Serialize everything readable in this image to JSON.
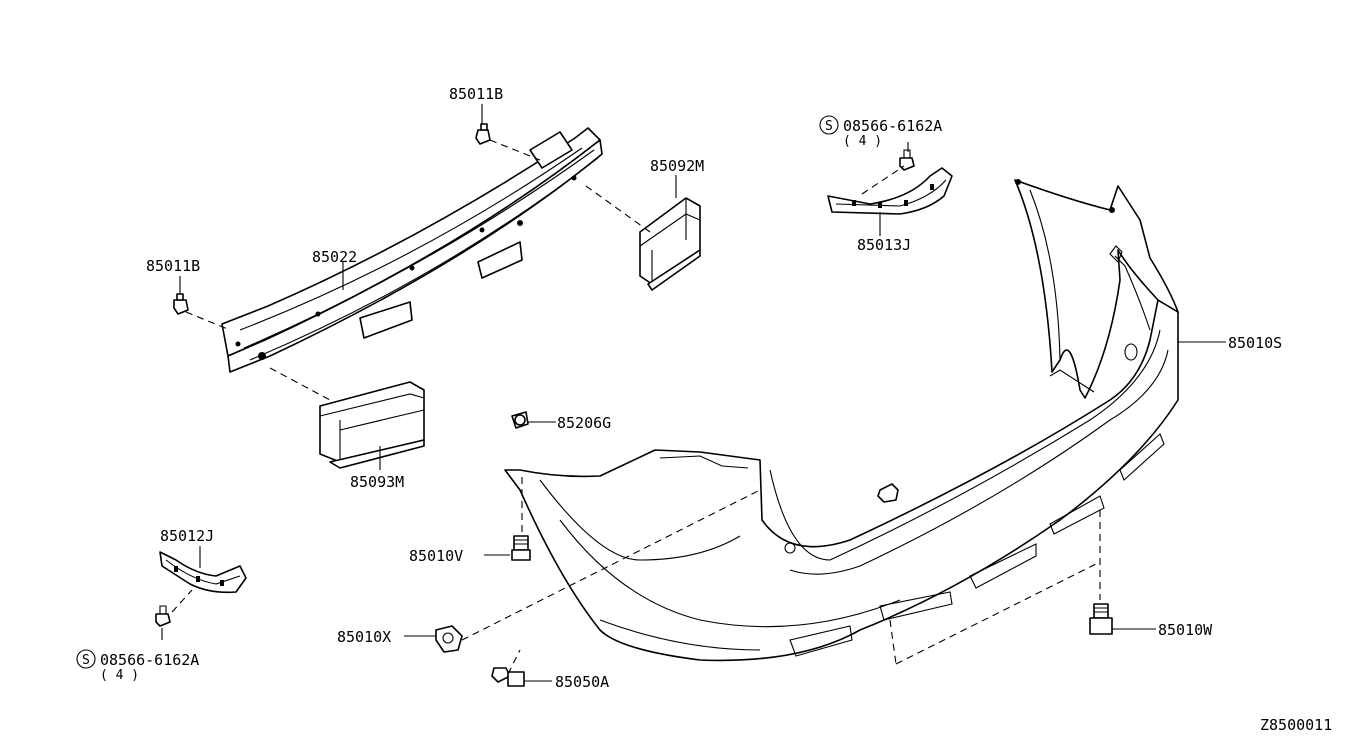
{
  "diagram_code": "Z8500011",
  "labels": {
    "retainer_top": "85011B",
    "retainer_left": "85011B",
    "reinforcement": "85022",
    "energy_absorber_right": "85092M",
    "energy_absorber_left": "85093M",
    "bracket_right": "85013J",
    "bracket_left": "85012J",
    "screw_right": "08566-6162A",
    "screw_right_qty": "( 4 )",
    "screw_left": "08566-6162A",
    "screw_left_qty": "( 4 )",
    "bumper_fascia": "85010S",
    "clip_g": "85206G",
    "screw_v": "85010V",
    "clip_x": "85010X",
    "screw_a": "85050A",
    "screw_w": "85010W"
  },
  "symbols": {
    "screw_right_prefix": "S",
    "screw_left_prefix": "S"
  }
}
